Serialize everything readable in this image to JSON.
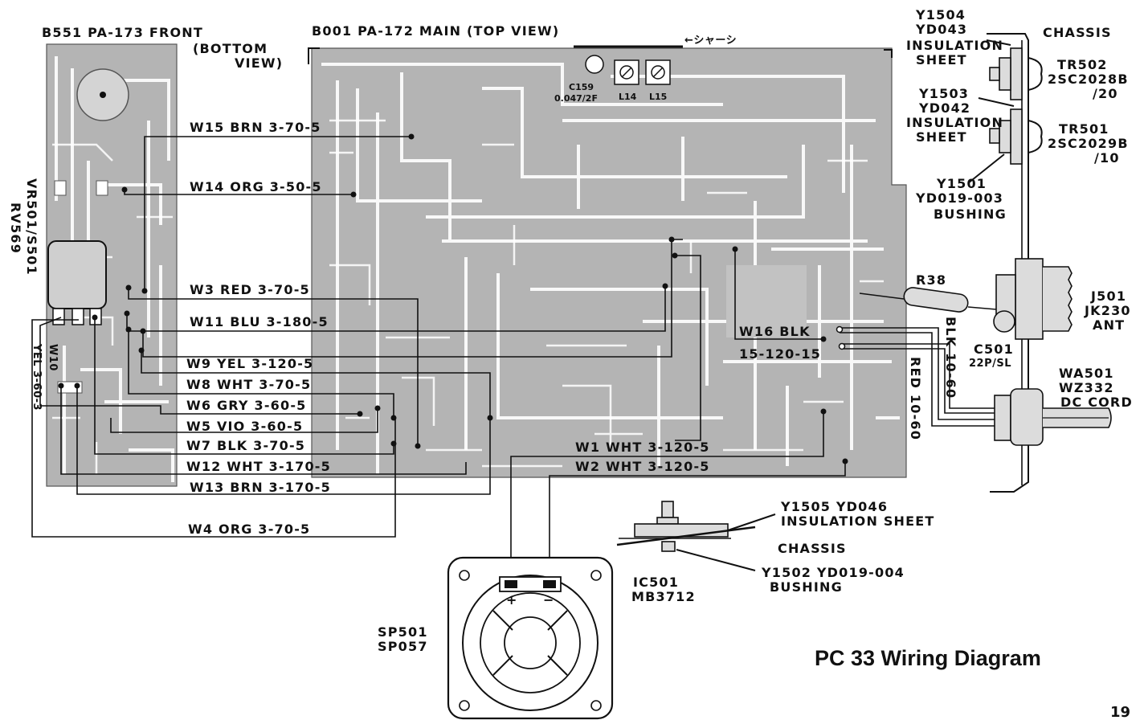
{
  "page": {
    "title": "PC 33 Wiring Diagram",
    "page_number": "19"
  },
  "boards": {
    "front": {
      "line1": "B551 PA-173 FRONT",
      "line2": "(BOTTOM",
      "line3": "VIEW)"
    },
    "main": {
      "label": "B001 PA-172 MAIN (TOP VIEW)",
      "chassis_note": "←シャーシ",
      "c159_name": "C159",
      "c159_value": "0.047/2F",
      "l14": "L14",
      "l15": "L15"
    }
  },
  "vr501": {
    "line1": "VR501/S501",
    "line2": "RV569"
  },
  "w10": {
    "name": "W10",
    "spec": "YEL 3-60-3"
  },
  "wires": [
    {
      "id": "w15",
      "label": "W15 BRN 3-70-5"
    },
    {
      "id": "w14",
      "label": "W14 ORG 3-50-5"
    },
    {
      "id": "w3",
      "label": "W3 RED 3-70-5"
    },
    {
      "id": "w11",
      "label": "W11 BLU 3-180-5"
    },
    {
      "id": "w9",
      "label": "W9 YEL 3-120-5"
    },
    {
      "id": "w8",
      "label": "W8 WHT 3-70-5"
    },
    {
      "id": "w6",
      "label": "W6 GRY 3-60-5"
    },
    {
      "id": "w5",
      "label": "W5 VIO 3-60-5"
    },
    {
      "id": "w7",
      "label": "W7 BLK 3-70-5"
    },
    {
      "id": "w12",
      "label": "W12 WHT 3-170-5"
    },
    {
      "id": "w13",
      "label": "W13 BRN 3-170-5"
    },
    {
      "id": "w4",
      "label": "W4 ORG 3-70-5"
    },
    {
      "id": "w1",
      "label": "W1 WHT 3-120-5"
    },
    {
      "id": "w2",
      "label": "W2 WHT 3-120-5"
    }
  ],
  "w16": {
    "line1": "W16 BLK",
    "line2": "15-120-15"
  },
  "right_wires": {
    "blk": "BLK 10-60",
    "red": "RED 10-60"
  },
  "components": {
    "y1504": {
      "line1": "Y1504",
      "line2": "YD043",
      "line3": "INSULATION",
      "line4": "SHEET"
    },
    "chassis_top": "CHASSIS",
    "tr502": {
      "line1": "TR502",
      "line2": "2SC2028B",
      "line3": "/20"
    },
    "y1503": {
      "line1": "Y1503",
      "line2": "YD042",
      "line3": "INSULATION",
      "line4": "SHEET"
    },
    "tr501": {
      "line1": "TR501",
      "line2": "2SC2029B",
      "line3": "/10"
    },
    "y1501": {
      "line1": "Y1501",
      "line2": "YD019-003",
      "line3": "BUSHING"
    },
    "r38": "R38",
    "j501": {
      "line1": "J501",
      "line2": "JK230",
      "line3": "ANT"
    },
    "c501": {
      "line1": "C501",
      "line2": "22P/SL"
    },
    "wa501": {
      "line1": "WA501",
      "line2": "WZ332",
      "line3": "DC CORD"
    },
    "y1505": {
      "line1": "Y1505 YD046",
      "line2": "INSULATION SHEET"
    },
    "chassis_bottom": "CHASSIS",
    "y1502": {
      "line1": "Y1502 YD019-004",
      "line2": "BUSHING"
    },
    "ic501": {
      "line1": "IC501",
      "line2": "MB3712"
    },
    "sp501": {
      "line1": "SP501",
      "line2": "SP057"
    },
    "sp_plus": "+",
    "sp_minus": "−"
  },
  "colors": {
    "pcb": "#b4b4b4",
    "ink": "#111111",
    "paper": "#ffffff"
  }
}
